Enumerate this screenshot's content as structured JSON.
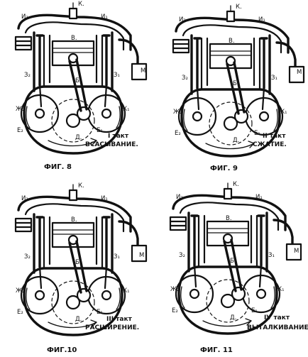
{
  "labels": {
    "K": "К.",
    "I2": "И₂",
    "I1": "И₁",
    "B": "В.",
    "B_rod": "Б.",
    "Z2": "З₂",
    "Z1": "З₁",
    "Zh2": "Ж₂",
    "Zh1": "Ж₁",
    "E2": "Е₂",
    "E1": "Е₁",
    "D": "Д.",
    "M": "М"
  },
  "figures": [
    {
      "caption": "ФИГ. 8",
      "stroke_line1": "I такт",
      "stroke_line2": "ВСАСЫВАНИЕ."
    },
    {
      "caption": "ФИГ. 9",
      "stroke_line1": "II такт",
      "stroke_line2": "СЖАТИЕ."
    },
    {
      "caption": "ФИГ.10",
      "stroke_line1": "III такт",
      "stroke_line2": "РАСШИРЕНИЕ."
    },
    {
      "caption": "ФИГ. 11",
      "stroke_line1": "IV такт",
      "stroke_line2": "ВЫТАЛКИВАНИЕ"
    }
  ]
}
